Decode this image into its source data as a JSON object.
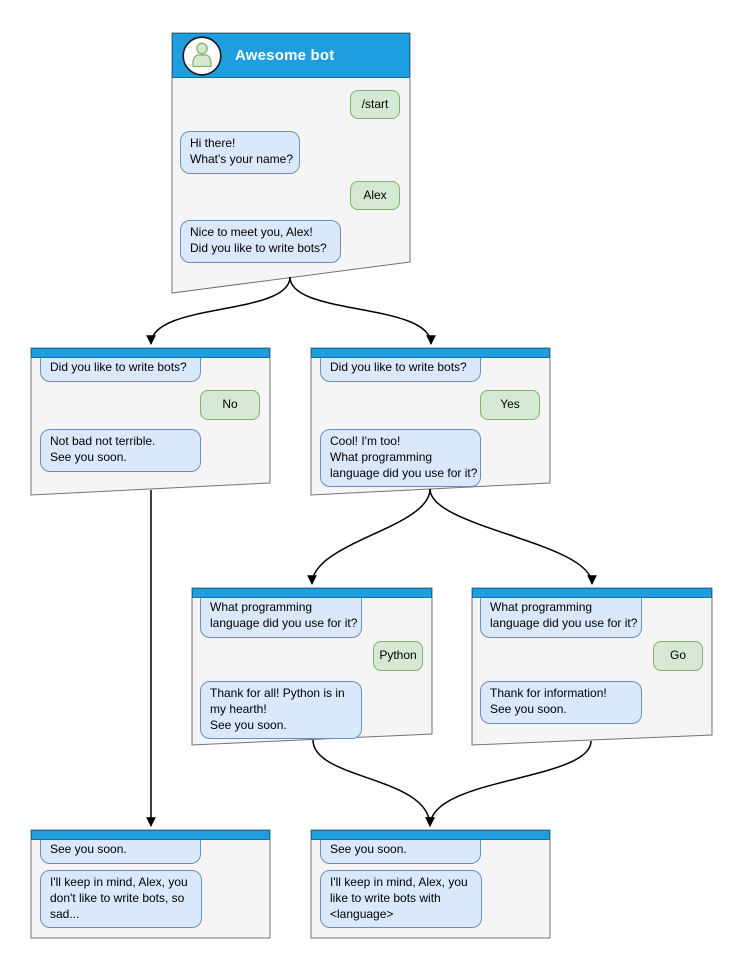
{
  "colors": {
    "header_blue": "#1e9ede",
    "node_fill": "#f5f5f5",
    "node_border": "#737373",
    "bot_bubble_fill": "#dae8fc",
    "bot_bubble_border": "#6c8ebf",
    "user_bubble_fill": "#d5e8d4",
    "user_bubble_border": "#82b366",
    "arrow": "#000000"
  },
  "nodes": {
    "main_chat": {
      "title": "Awesome bot",
      "avatar_icon": "person-icon",
      "user_start": "/start",
      "bot_greeting": "Hi there!\nWhat's your name?",
      "user_name": "Alex",
      "bot_nice_to_meet": "Nice to meet you, Alex!\nDid you like to write bots?"
    },
    "branch_no": {
      "context_question": "Did you like to write bots?",
      "user_answer": "No",
      "bot_reply": "Not bad not terrible.\nSee you soon."
    },
    "branch_yes": {
      "context_question": "Did you like to write bots?",
      "user_answer": "Yes",
      "bot_reply": "Cool! I'm too!\nWhat programming\nlanguage did you use for it?"
    },
    "branch_python": {
      "context_question": "What programming\nlanguage did you use for it?",
      "user_answer": "Python",
      "bot_reply": "Thank for all! Python is in\nmy hearth!\nSee you soon."
    },
    "branch_go": {
      "context_question": "What programming\nlanguage did you use for it?",
      "user_answer": "Go",
      "bot_reply": "Thank for information!\nSee you soon."
    },
    "end_no": {
      "context_question": "See you soon.",
      "bot_reply": "I'll keep in mind, Alex, you\ndon't like to write bots, so\nsad..."
    },
    "end_yes": {
      "context_question": "See you soon.",
      "bot_reply": "I'll keep in mind, Alex, you\nlike to write bots with\n<language>"
    }
  }
}
